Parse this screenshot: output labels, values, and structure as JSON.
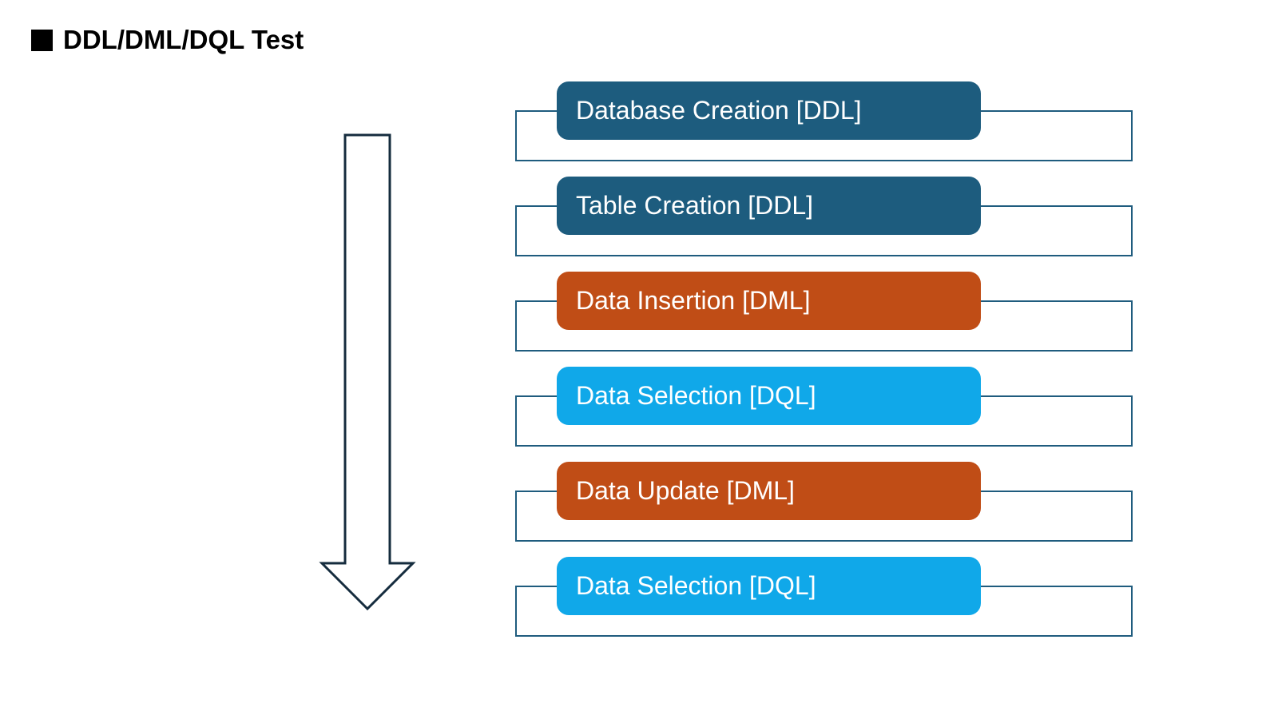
{
  "title": {
    "bullet": "■",
    "text": "DDL/DML/DQL Test"
  },
  "colors": {
    "background": "#ffffff",
    "title_text": "#000000",
    "ddl": "#1d5c7e",
    "dml": "#c04d16",
    "dql": "#10a8e9",
    "outline_border": "#1f5c7e",
    "arrow_stroke": "#152c3e",
    "arrow_fill": "#ffffff",
    "pill_text": "#ffffff"
  },
  "arrow": {
    "name": "down-arrow",
    "direction": "down"
  },
  "steps": [
    {
      "label": "Database Creation [DDL]",
      "category": "DDL",
      "color": "#1d5c7e"
    },
    {
      "label": "Table Creation [DDL]",
      "category": "DDL",
      "color": "#1d5c7e"
    },
    {
      "label": "Data Insertion [DML]",
      "category": "DML",
      "color": "#c04d16"
    },
    {
      "label": "Data Selection [DQL]",
      "category": "DQL",
      "color": "#10a8e9"
    },
    {
      "label": "Data Update [DML]",
      "category": "DML",
      "color": "#c04d16"
    },
    {
      "label": "Data Selection [DQL]",
      "category": "DQL",
      "color": "#10a8e9"
    }
  ]
}
